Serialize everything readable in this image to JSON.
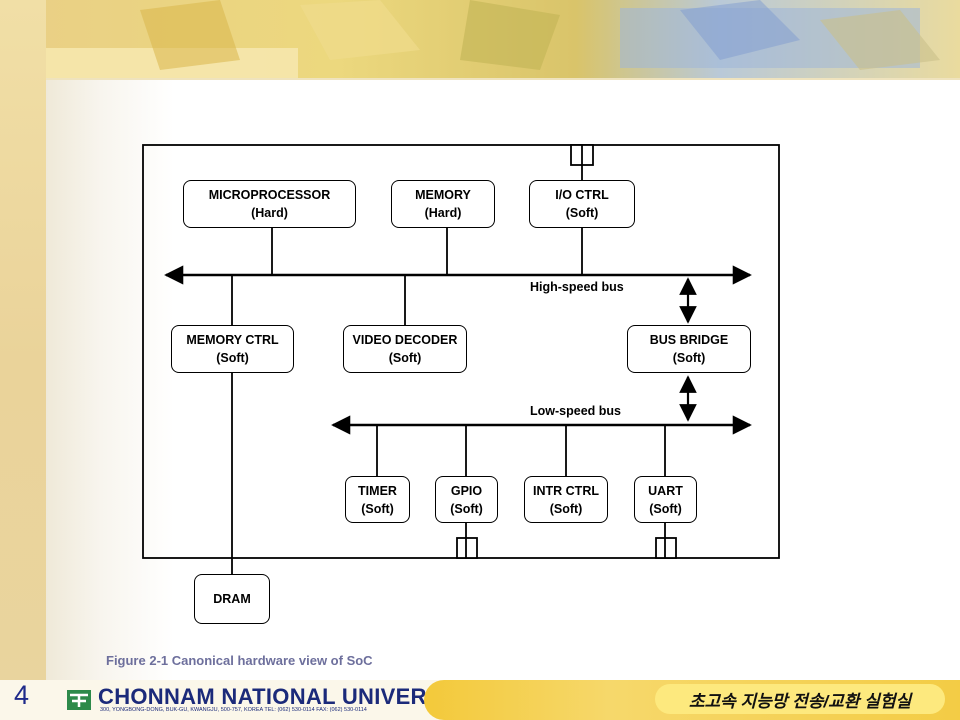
{
  "slide": {
    "page_number": "4",
    "figure_caption": "Figure 2-1 Canonical hardware view of SoC"
  },
  "diagram": {
    "blocks": {
      "microprocessor": {
        "name": "MICROPROCESSOR",
        "type": "(Hard)"
      },
      "memory": {
        "name": "MEMORY",
        "type": "(Hard)"
      },
      "io_ctrl": {
        "name": "I/O CTRL",
        "type": "(Soft)"
      },
      "memory_ctrl": {
        "name": "MEMORY CTRL",
        "type": "(Soft)"
      },
      "video_decoder": {
        "name": "VIDEO DECODER",
        "type": "(Soft)"
      },
      "bus_bridge": {
        "name": "BUS BRIDGE",
        "type": "(Soft)"
      },
      "timer": {
        "name": "TIMER",
        "type": "(Soft)"
      },
      "gpio": {
        "name": "GPIO",
        "type": "(Soft)"
      },
      "intr_ctrl": {
        "name": "INTR CTRL",
        "type": "(Soft)"
      },
      "uart": {
        "name": "UART",
        "type": "(Soft)"
      },
      "dram": {
        "name": "DRAM"
      }
    },
    "buses": {
      "high_speed": "High-speed bus",
      "low_speed": "Low-speed bus"
    }
  },
  "footer": {
    "university": "CHONNAM NATIONAL UNIVERSITY",
    "address": "300, YONGBONG-DONG, BUK-GU, KWANGJU, 500-757, KOREA  TEL: (062) 530-0114   FAX: (062) 530-0114",
    "lab": "초고속 지능망 전송/교환 실험실"
  },
  "colors": {
    "caption": "#6d6f9c",
    "page_number": "#1f2a8a",
    "university": "#1b2a7a",
    "lab_bar": "#f3c93a"
  }
}
